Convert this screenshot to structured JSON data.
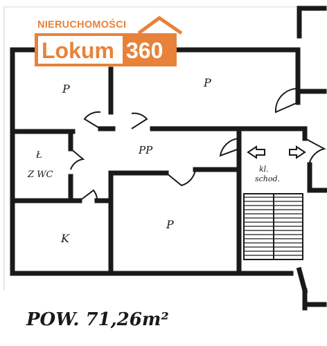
{
  "logo": {
    "top_text": "NIERUCHOMOŚCI",
    "word": "Lokum",
    "number": "360",
    "brand_color": "#e8823a"
  },
  "rooms": {
    "room_top_left": "P",
    "room_top_right": "P",
    "hallway": "PP",
    "bathroom_top": "Ł",
    "bathroom_bottom": "Z WC",
    "kitchen": "K",
    "room_bottom": "P",
    "stairwell_top": "kl.",
    "stairwell_bottom": "schod."
  },
  "area_label": "POW. 71,26m²"
}
